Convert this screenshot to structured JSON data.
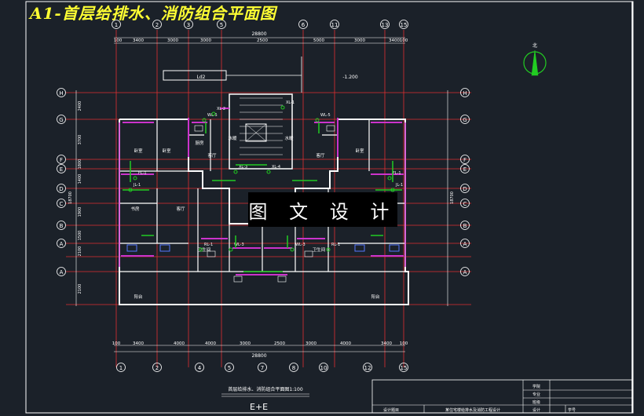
{
  "title": "A1-首层给排水、消防组合平面图",
  "watermark": "图 文 设 计",
  "drawing_caption": "首层给排水、消防组合平面图1:100",
  "footer_code": "E+E",
  "stair_label": "Ld2",
  "elevation_mark": "-1.200",
  "top_total": "28800",
  "bottom_total": "28800",
  "top_dims": [
    "100",
    "3400",
    "3000",
    "3000",
    "2500",
    "5000",
    "3000",
    "3400",
    "100"
  ],
  "bottom_dims": [
    "100",
    "3400",
    "4000",
    "4000",
    "3000",
    "2500",
    "3000",
    "4000",
    "3400",
    "100"
  ],
  "top_axes": [
    "1",
    "2",
    "3",
    "5",
    "6",
    "11",
    "13",
    "15"
  ],
  "bottom_axes": [
    "1",
    "2",
    "4",
    "5",
    "7",
    "8",
    "10",
    "12",
    "15"
  ],
  "left_axes": [
    "H",
    "G",
    "F",
    "E",
    "D",
    "C",
    "B",
    "A",
    "A"
  ],
  "right_axes": [
    "H",
    "G",
    "F",
    "E",
    "D",
    "C",
    "B",
    "A",
    "A"
  ],
  "left_dims": [
    "2400",
    "3700",
    "1800",
    "1400",
    "1900",
    "1500",
    "2100",
    "2100"
  ],
  "left_total": "18700",
  "right_total": "18700",
  "room_labels": [
    "卧室",
    "卧室",
    "厨房",
    "卧室",
    "客厅",
    "客厅",
    "客厅",
    "卫生间",
    "卫生间",
    "阳台",
    "阳台",
    "书房",
    "书房",
    "水暖",
    "水暖"
  ],
  "pipe_labels": [
    "WL-5",
    "WL-5",
    "XL-2",
    "XL-1",
    "XL-3",
    "XL-4",
    "WL-3",
    "WL-3",
    "JL-1",
    "JL-1",
    "FL-1",
    "FL-1",
    "RL-1",
    "RL-1"
  ],
  "colors": {
    "background": "#1b2129",
    "frame": "#ffffff",
    "axis": "#e03030",
    "wall": "#ffffff",
    "partition": "#cc33cc",
    "pipe": "#22cc22",
    "title": "#ffff33"
  },
  "title_block": {
    "rows": [
      "学院",
      "专业",
      "班级"
    ],
    "bottom_labels": [
      "设计题目",
      "设计",
      "学号"
    ],
    "project_name": "某住宅楼给排水及消防工程设计"
  },
  "north_label": "北"
}
